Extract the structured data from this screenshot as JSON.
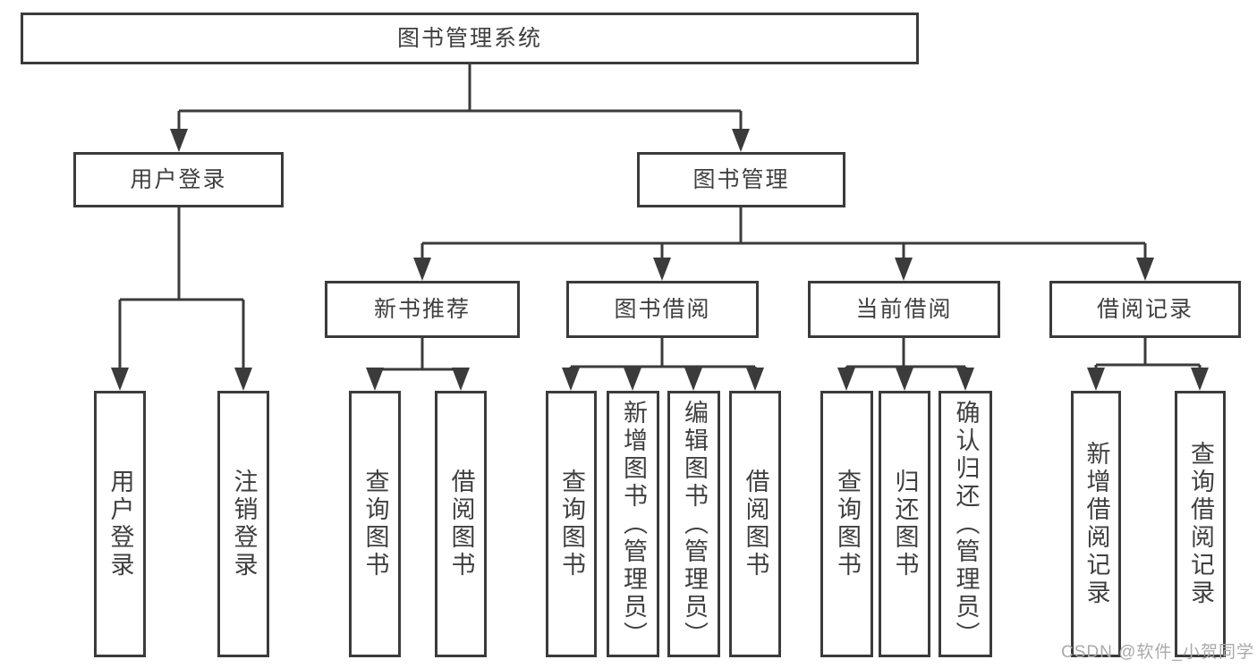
{
  "tree": {
    "label": "图书管理系统",
    "children": [
      {
        "label": "用户登录",
        "children": [
          {
            "label": "用户登录"
          },
          {
            "label": "注销登录"
          }
        ]
      },
      {
        "label": "图书管理",
        "children": [
          {
            "label": "新书推荐",
            "children": [
              {
                "label": "查询图书"
              },
              {
                "label": "借阅图书"
              }
            ]
          },
          {
            "label": "图书借阅",
            "children": [
              {
                "label": "查询图书"
              },
              {
                "label": "新增图书（管理员）"
              },
              {
                "label": "编辑图书（管理员）"
              },
              {
                "label": "借阅图书"
              }
            ]
          },
          {
            "label": "当前借阅",
            "children": [
              {
                "label": "查询图书"
              },
              {
                "label": "归还图书"
              },
              {
                "label": "确认归还（管理员）"
              }
            ]
          },
          {
            "label": "借阅记录",
            "children": [
              {
                "label": "新增借阅记录"
              },
              {
                "label": "查询借阅记录"
              }
            ]
          }
        ]
      }
    ]
  },
  "watermark": "CSDN @软件_小贺同学",
  "colors": {
    "line": "#3b3b3b",
    "text": "#3f3f3f",
    "background": "#ffffff",
    "watermark": "#a9a9a9"
  }
}
